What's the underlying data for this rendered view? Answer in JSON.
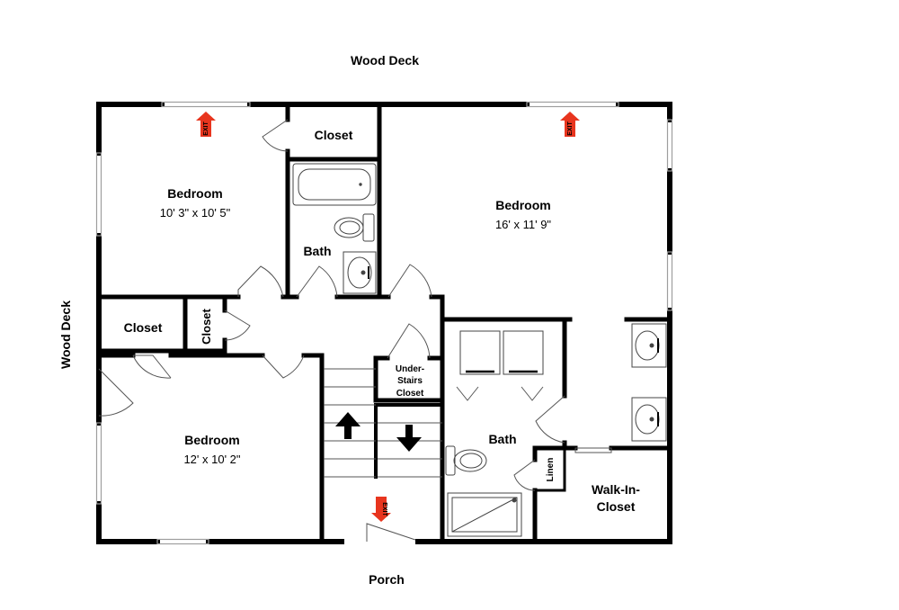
{
  "outside": {
    "top": "Wood Deck",
    "left": "Wood Deck",
    "bottom": "Porch"
  },
  "exit_label": "EXIT",
  "rooms": {
    "bedroom_nw": {
      "name": "Bedroom",
      "size": "10' 3\" x 10' 5\""
    },
    "bedroom_ne": {
      "name": "Bedroom",
      "size": "16' x 11' 9\""
    },
    "bedroom_sw": {
      "name": "Bedroom",
      "size": "12' x 10' 2\""
    },
    "closet_top": "Closet",
    "closet_left": "Closet",
    "closet_small": "Closet",
    "bath_upper": "Bath",
    "bath_lower": "Bath",
    "under_stairs": [
      "Under-",
      "Stairs",
      "Closet"
    ],
    "linen": "Linen",
    "walk_in": [
      "Walk-In-",
      "Closet"
    ]
  },
  "colors": {
    "wall": "#000000",
    "exit": "#e8351e",
    "window": "#bdbdbd"
  }
}
